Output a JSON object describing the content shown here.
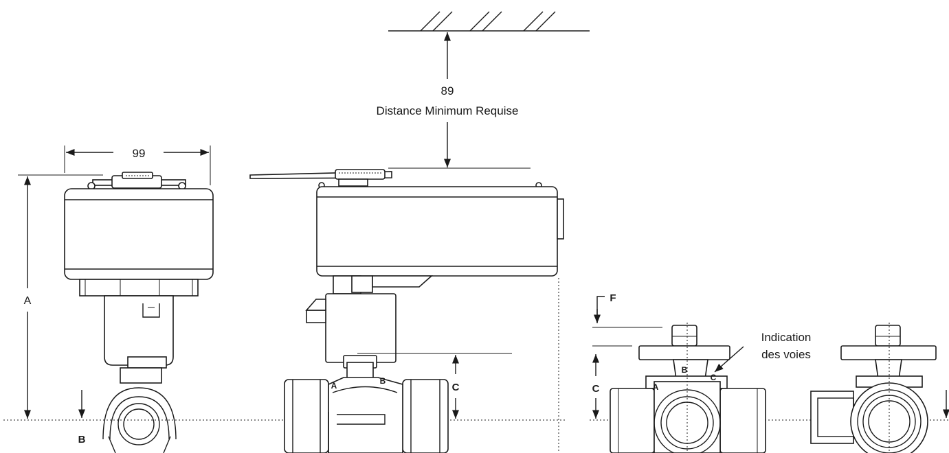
{
  "labels": {
    "width_dim": "99",
    "clearance_value": "89",
    "clearance_text": "Distance Minimum Requise",
    "dim_a": "A",
    "dim_b": "B",
    "dim_c_mid": "C",
    "dim_c_right": "C",
    "dim_f": "F",
    "port_a_mid": "A",
    "port_b_mid": "B",
    "port_a_right": "A",
    "port_b_right": "B",
    "port_c_right": "C",
    "indication_line1": "Indication",
    "indication_line2": "des voies"
  },
  "colors": {
    "line": "#1a1a1a",
    "background": "#ffffff"
  }
}
